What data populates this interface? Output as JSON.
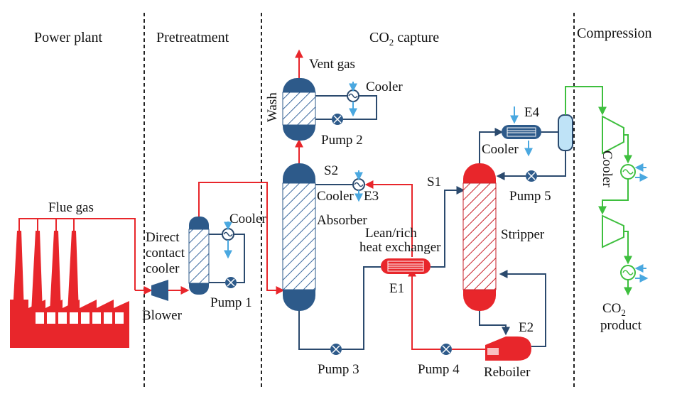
{
  "sections": {
    "power_plant": "Power plant",
    "pretreatment": "Pretreatment",
    "capture_main": "CO",
    "capture_sub": "2",
    "capture_tail": " capture",
    "compression": "Compression"
  },
  "labels": {
    "flue_gas": "Flue gas",
    "blower": "Blower",
    "dcc_line1": "Direct",
    "dcc_line2": "contact",
    "dcc_line3": "cooler",
    "cooler_pre": "Cooler",
    "pump1": "Pump 1",
    "vent_gas": "Vent gas",
    "wash": "Wash",
    "cooler_wash": "Cooler",
    "pump2": "Pump 2",
    "s2": "S2",
    "cooler_e3": "Cooler",
    "e3": "E3",
    "absorber": "Absorber",
    "pump3": "Pump 3",
    "hx_line1": "Lean/rich",
    "hx_line2": "heat exchanger",
    "e1": "E1",
    "pump4": "Pump 4",
    "reboiler": "Reboiler",
    "e2": "E2",
    "s1": "S1",
    "stripper": "Stripper",
    "e4": "E4",
    "cooler_e4": "Cooler",
    "pump5": "Pump 5",
    "cooler_comp": "Cooler",
    "product_main": "CO",
    "product_sub": "2",
    "product_line2": "product"
  },
  "colors": {
    "flue": "#e8262b",
    "vessel": "#2d5a8a",
    "line": "#2b4a6e",
    "coolant": "#4aa8e0",
    "co2": "#3ebf3e",
    "hatch_blue": "#3c6aa0",
    "hatch_red": "#c71f28",
    "divider": "#222222"
  }
}
